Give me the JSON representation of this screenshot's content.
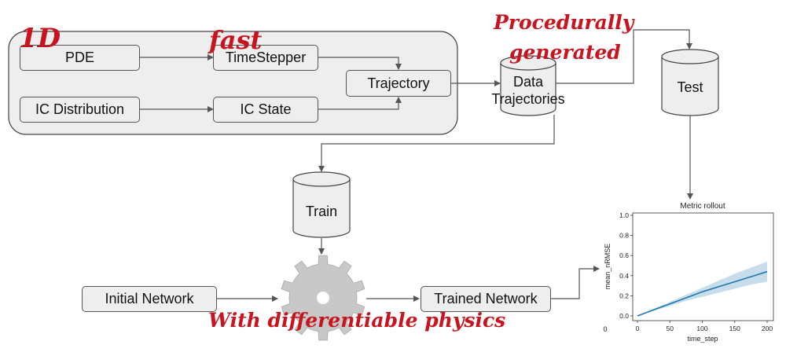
{
  "nodes": {
    "pde": "PDE",
    "time_stepper": "TimeStepper",
    "trajectory": "Trajectory",
    "ic_distribution": "IC Distribution",
    "ic_state": "IC State",
    "data_trajectories": [
      "Data",
      "Trajectories"
    ],
    "test": "Test",
    "train": "Train",
    "initial_network": "Initial Network",
    "trained_network": "Trained Network"
  },
  "annotations": {
    "one_d": "1D",
    "fast": "fast",
    "procedurally": "Procedurally",
    "generated": "generated",
    "with_physics": "With differentiable physics"
  },
  "colors": {
    "annotation": "#c8141e",
    "box_fill": "#eeeeee",
    "line_series": "#1f77b4"
  },
  "chart_data": {
    "type": "line",
    "title": "Metric rollout",
    "xlabel": "time_step",
    "ylabel": "mean_nRMSE",
    "xlim": [
      0,
      200
    ],
    "ylim": [
      0,
      1.0
    ],
    "xticks": [
      0,
      50,
      100,
      150,
      200
    ],
    "yticks": [
      0.0,
      0.2,
      0.4,
      0.6,
      0.8,
      1.0
    ],
    "stray_tick_label": "0",
    "series": [
      {
        "x": [
          0,
          25,
          50,
          75,
          100,
          125,
          150,
          175,
          200
        ],
        "y": [
          0.0,
          0.06,
          0.12,
          0.18,
          0.24,
          0.29,
          0.34,
          0.39,
          0.44
        ],
        "band_low": [
          0.0,
          0.05,
          0.1,
          0.15,
          0.19,
          0.23,
          0.27,
          0.31,
          0.34
        ],
        "band_high": [
          0.0,
          0.07,
          0.14,
          0.21,
          0.28,
          0.35,
          0.42,
          0.48,
          0.54
        ]
      }
    ]
  }
}
